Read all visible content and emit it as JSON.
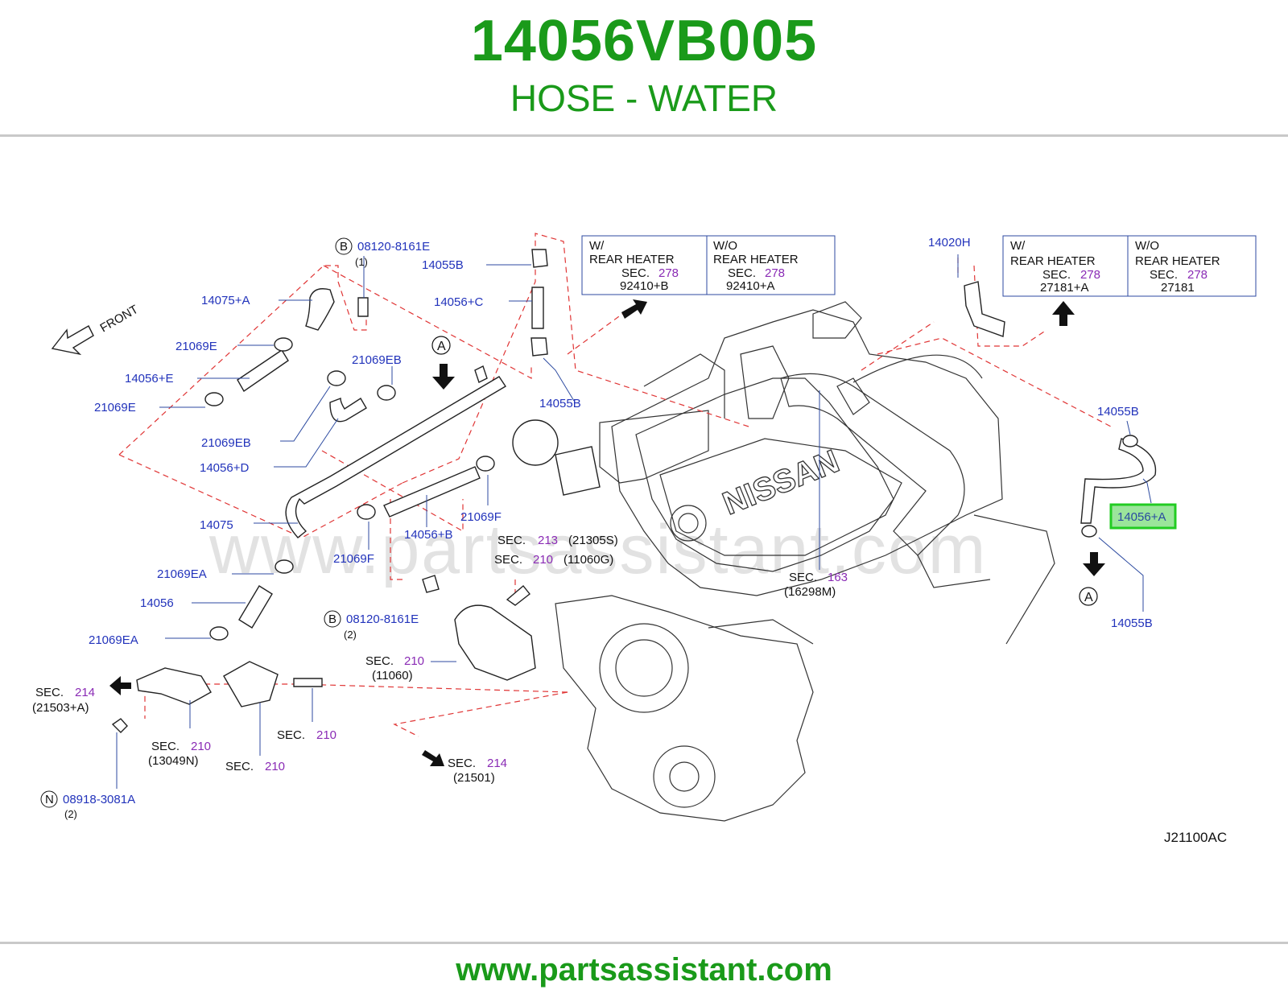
{
  "header": {
    "part_number": "14056VB005",
    "description": "HOSE - WATER"
  },
  "footer": {
    "url": "www.partsassistant.com"
  },
  "diagram": {
    "watermark": "www.partsassistant.com",
    "drawing_code": "J21100AC",
    "front_label": "FRONT",
    "ref_marker": "A",
    "markers": {
      "b": "B",
      "n": "N"
    },
    "sec_word": "SEC.",
    "callouts": {
      "b1_num": "08120-8161E",
      "b1_qty": "(1)",
      "c14055B_top": "14055B",
      "c14075A": "14075+A",
      "c14056C": "14056+C",
      "c21069E_1": "21069E",
      "c14056E": "14056+E",
      "c21069E_2": "21069E",
      "c21069EB_1": "21069EB",
      "c21069EB_2": "21069EB",
      "c14056D": "14056+D",
      "c14055B_mid": "14055B",
      "c14075": "14075",
      "c21069F_1": "21069F",
      "c14056B": "14056+B",
      "c21069F_2": "21069F",
      "c21069EA_1": "21069EA",
      "c14056": "14056",
      "c21069EA_2": "21069EA",
      "b2_num": "08120-8161E",
      "b2_qty": "(2)",
      "n_num": "08918-3081A",
      "n_qty": "(2)",
      "c14020H": "14020H",
      "c14055B_r1": "14055B",
      "c14056A": "14056+A",
      "c14055B_r2": "14055B"
    },
    "sections": {
      "s213": "213",
      "s213_ref": "(21305S)",
      "s210a": "210",
      "s210a_ref": "(11060G)",
      "s163": "163",
      "s163_ref": "(16298M)",
      "s210b": "210",
      "s210b_ref": "(11060)",
      "s214a": "214",
      "s214a_ref": "(21503+A)",
      "s210c": "210",
      "s210c_ref": "(13049N)",
      "s210d": "210",
      "s210e": "210",
      "s214b": "214",
      "s214b_ref": "(21501)"
    },
    "box_left": {
      "w_head": "W/",
      "w_line2": "REAR  HEATER",
      "w_sec": "278",
      "w_ref": "92410+B",
      "wo_head": "W/O",
      "wo_line2": "REAR  HEATER",
      "wo_sec": "278",
      "wo_ref": "92410+A"
    },
    "box_right": {
      "w_head": "W/",
      "w_line2": "REAR  HEATER",
      "w_sec": "278",
      "w_ref": "27181+A",
      "wo_head": "W/O",
      "wo_line2": "REAR  HEATER",
      "wo_sec": "278",
      "wo_ref": "27181"
    },
    "highlight_color": "#22cc22",
    "brand_color": "#1a9a1a"
  }
}
